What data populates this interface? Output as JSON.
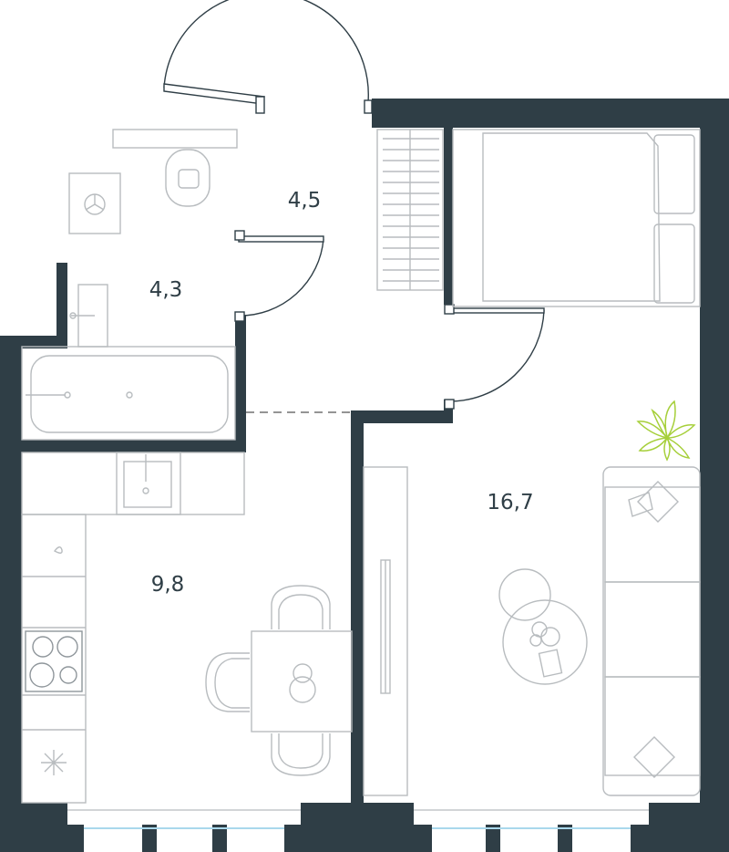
{
  "plan": {
    "rooms": [
      {
        "id": "hall",
        "area": "4,5"
      },
      {
        "id": "bathroom",
        "area": "4,3"
      },
      {
        "id": "kitchen",
        "area": "9,8"
      },
      {
        "id": "bedroom",
        "area": "16,7"
      }
    ]
  },
  "colors": {
    "wall": "#2f3e46",
    "furniture": "#b8bcbf",
    "window_glass": "#a9d8ec",
    "plant": "#a6cf3a",
    "background": "#ffffff"
  },
  "icons": [
    "washing-machine-icon",
    "toilet-icon",
    "sink-icon",
    "bathtub-icon",
    "stove-icon",
    "fridge-icon",
    "bed-icon",
    "sofa-icon",
    "plant-icon",
    "dining-table-icon",
    "coffee-table-icon",
    "door-icon",
    "window-icon"
  ]
}
